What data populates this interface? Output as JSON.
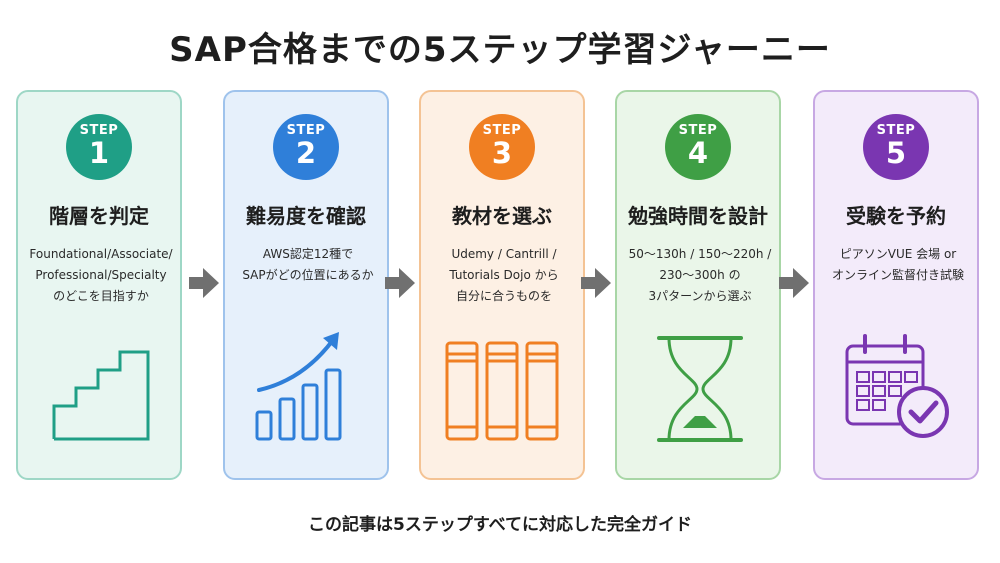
{
  "title": "SAP合格までの5ステップ学習ジャーニー",
  "footer": "この記事は5ステップすべてに対応した完全ガイド",
  "steps": [
    {
      "label": "STEP",
      "number": "1",
      "heading": "階層を判定",
      "lines": [
        "Foundational/Associate/",
        "Professional/Specialty",
        "のどこを目指すか"
      ],
      "icon": "staircase-icon",
      "color": "#1f9f86",
      "bg": "#e8f6f1",
      "border": "#9ed7c6"
    },
    {
      "label": "STEP",
      "number": "2",
      "heading": "難易度を確認",
      "lines": [
        "AWS認定12種で",
        "SAPがどの位置にあるか"
      ],
      "icon": "growth-chart-icon",
      "color": "#2f7fd9",
      "bg": "#e6f0fb",
      "border": "#9fc3ec"
    },
    {
      "label": "STEP",
      "number": "3",
      "heading": "教材を選ぶ",
      "lines": [
        "Udemy / Cantrill /",
        "Tutorials Dojo から",
        "自分に合うものを"
      ],
      "icon": "books-icon",
      "color": "#f07f22",
      "bg": "#fdf0e4",
      "border": "#f4c394"
    },
    {
      "label": "STEP",
      "number": "4",
      "heading": "勉強時間を設計",
      "lines": [
        "50～130h / 150～220h /",
        "230～300h の",
        "3パターンから選ぶ"
      ],
      "icon": "hourglass-icon",
      "color": "#3f9f45",
      "bg": "#eaf6e9",
      "border": "#a8d6a6"
    },
    {
      "label": "STEP",
      "number": "5",
      "heading": "受験を予約",
      "lines": [
        "ピアソンVUE 会場 or",
        "オンライン監督付き試験"
      ],
      "icon": "calendar-check-icon",
      "color": "#7a36b1",
      "bg": "#f3ebfa",
      "border": "#c7a8e3"
    }
  ],
  "arrow_color": "#707070"
}
